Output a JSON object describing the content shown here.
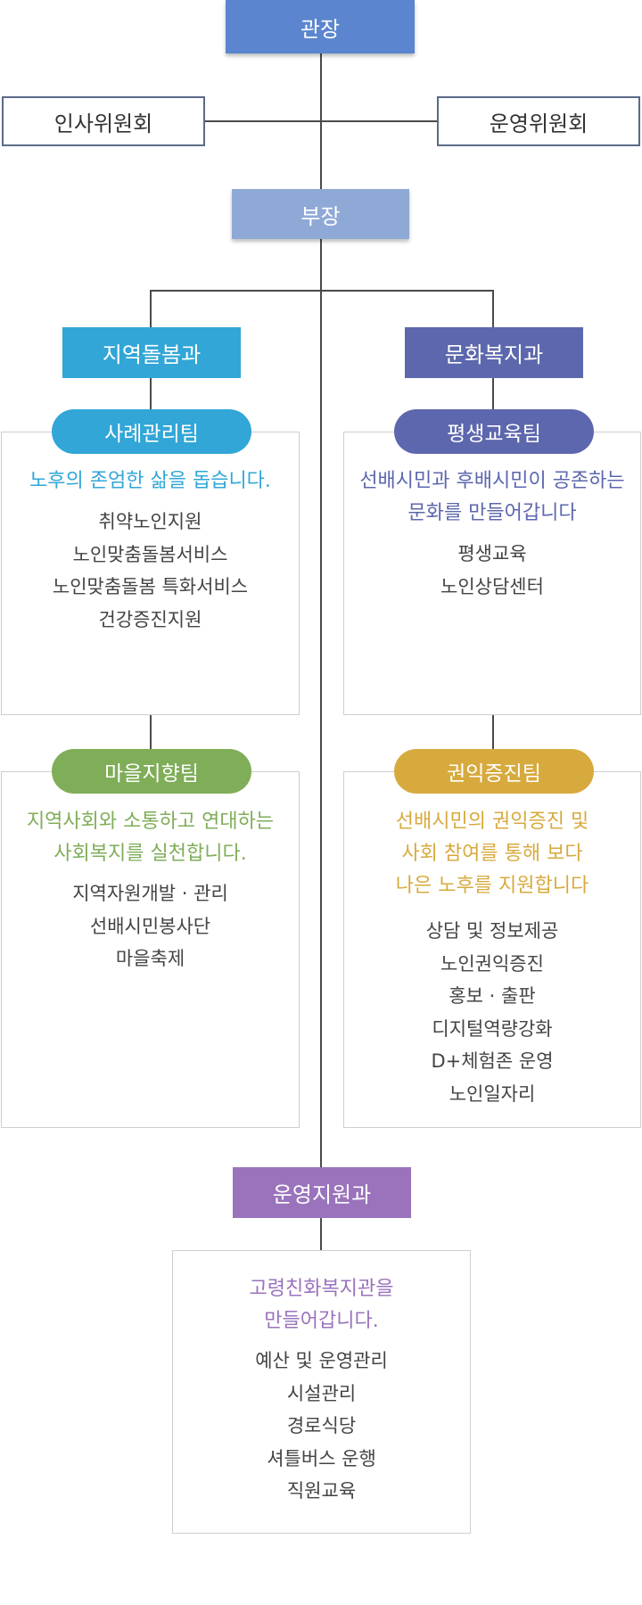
{
  "colors": {
    "director": "#5b86cf",
    "manager": "#8fa9d6",
    "community_care": "#31a6d7",
    "culture_welfare": "#5c67ad",
    "village": "#7fad58",
    "rights": "#d7aa3e",
    "operations": "#9a73bc",
    "outline_border": "#5b6a87",
    "line": "#4a4a4a"
  },
  "director": "관장",
  "committees": {
    "personnel": "인사위원회",
    "operations": "운영위원회"
  },
  "manager": "부장",
  "departments": {
    "community_care": "지역돌봄과",
    "culture_welfare": "문화복지과",
    "operations_support": "운영지원과"
  },
  "teams": {
    "case": {
      "name": "사례관리팀",
      "slogan": [
        "노후의 존엄한 삶을 돕습니다."
      ],
      "duties": [
        "취약노인지원",
        "노인맞춤돌봄서비스",
        "노인맞춤돌봄 특화서비스",
        "건강증진지원"
      ]
    },
    "lifelong": {
      "name": "평생교육팀",
      "slogan": [
        "선배시민과 후배시민이 공존하는",
        "문화를 만들어갑니다"
      ],
      "duties": [
        "평생교육",
        "노인상담센터"
      ]
    },
    "village": {
      "name": "마을지향팀",
      "slogan": [
        "지역사회와 소통하고 연대하는",
        "사회복지를 실천합니다."
      ],
      "duties": [
        "지역자원개발 · 관리",
        "선배시민봉사단",
        "마을축제"
      ]
    },
    "rights": {
      "name": "권익증진팀",
      "slogan": [
        "선배시민의 권익증진 및",
        "사회 참여를 통해 보다",
        "나은 노후를 지원합니다"
      ],
      "duties": [
        "상담 및 정보제공",
        "노인권익증진",
        "홍보 · 출판",
        "디지털역량강화",
        "D+체험존 운영",
        "노인일자리"
      ]
    },
    "operations": {
      "slogan": [
        "고령친화복지관을",
        "만들어갑니다."
      ],
      "duties": [
        "예산 및 운영관리",
        "시설관리",
        "경로식당",
        "셔틀버스 운행",
        "직원교육"
      ]
    }
  }
}
